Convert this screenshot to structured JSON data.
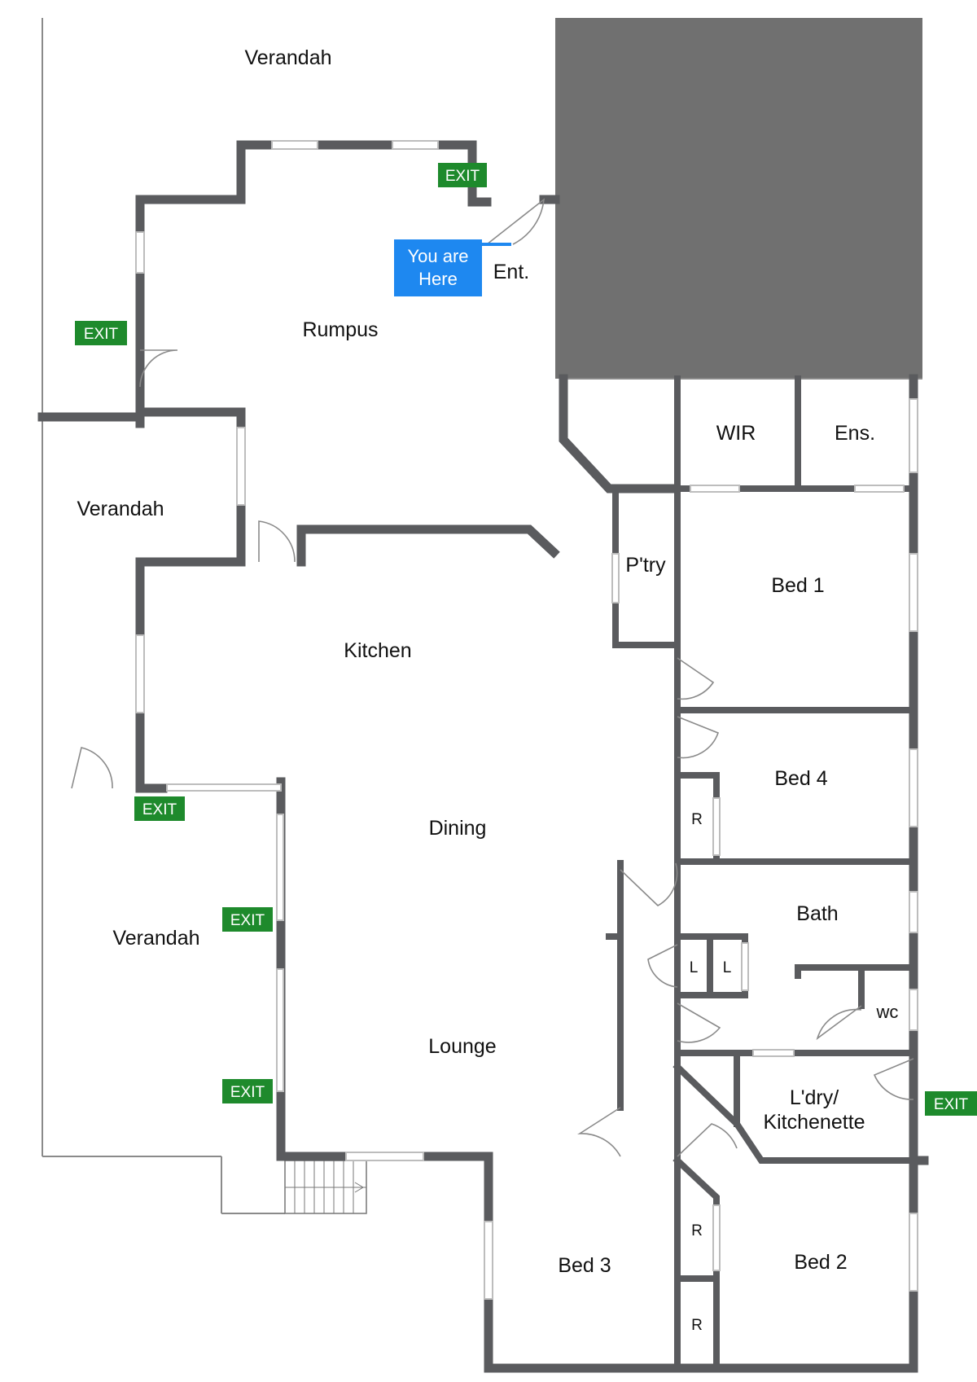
{
  "colors": {
    "wall": "#5a5b5e",
    "garage_fill": "#707070",
    "exit_sign": "#1e8a2c",
    "you_are_here": "#1e88f0"
  },
  "you_are_here": {
    "line1": "You are",
    "line2": "Here"
  },
  "exit_label": "EXIT",
  "rooms": {
    "verandah_top": "Verandah",
    "verandah_mid": "Verandah",
    "verandah_low": "Verandah",
    "rumpus": "Rumpus",
    "entry": "Ent.",
    "wir": "WIR",
    "ensuite": "Ens.",
    "pantry": "P'try",
    "bed1": "Bed 1",
    "kitchen": "Kitchen",
    "bed4": "Bed 4",
    "robe_bed4": "R",
    "dining": "Dining",
    "bath": "Bath",
    "linen1": "L",
    "linen2": "L",
    "wc": "wc",
    "lounge": "Lounge",
    "laundry_line1": "L'dry/",
    "laundry_line2": "Kitchenette",
    "bed3": "Bed 3",
    "robe_bed2_a": "R",
    "robe_bed2_b": "R",
    "bed2": "Bed 2"
  }
}
